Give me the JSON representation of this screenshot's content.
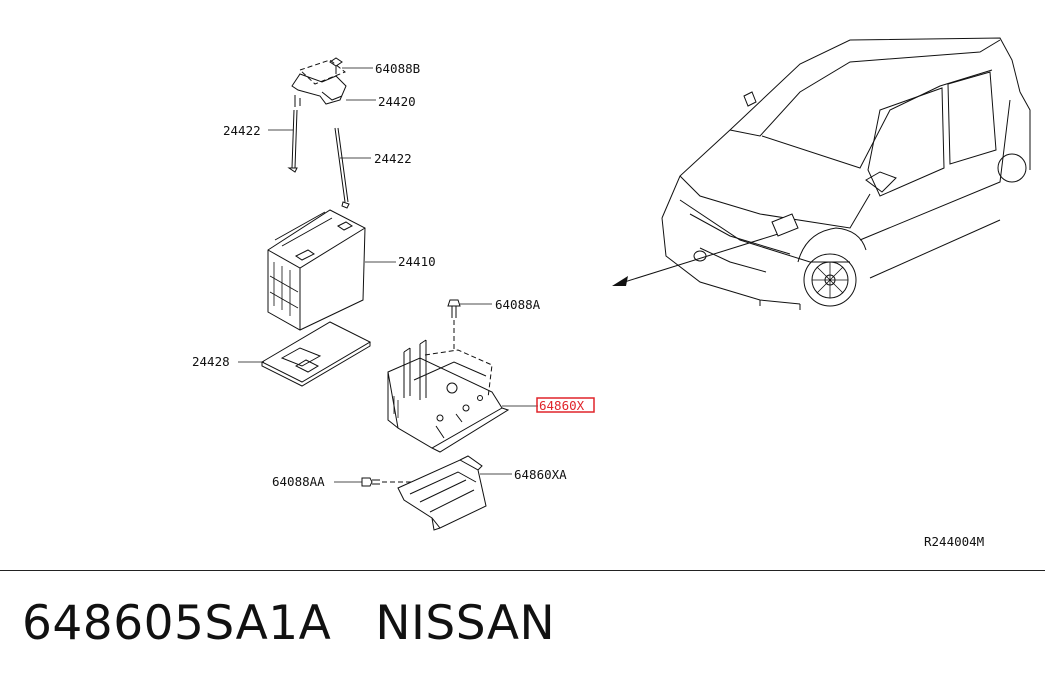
{
  "parts": {
    "p_64088B": "64088B",
    "p_24420": "24420",
    "p_24422_left": "24422",
    "p_24422_right": "24422",
    "p_24410": "24410",
    "p_64088A": "64088A",
    "p_24428": "24428",
    "p_64860X": "64860X",
    "p_64088AA": "64088AA",
    "p_64860XA": "64860XA"
  },
  "highlight_color": "#e0242a",
  "diagram_code": "R244004M",
  "footer": {
    "part_number": "648605SA1A",
    "brand": "NISSAN"
  }
}
